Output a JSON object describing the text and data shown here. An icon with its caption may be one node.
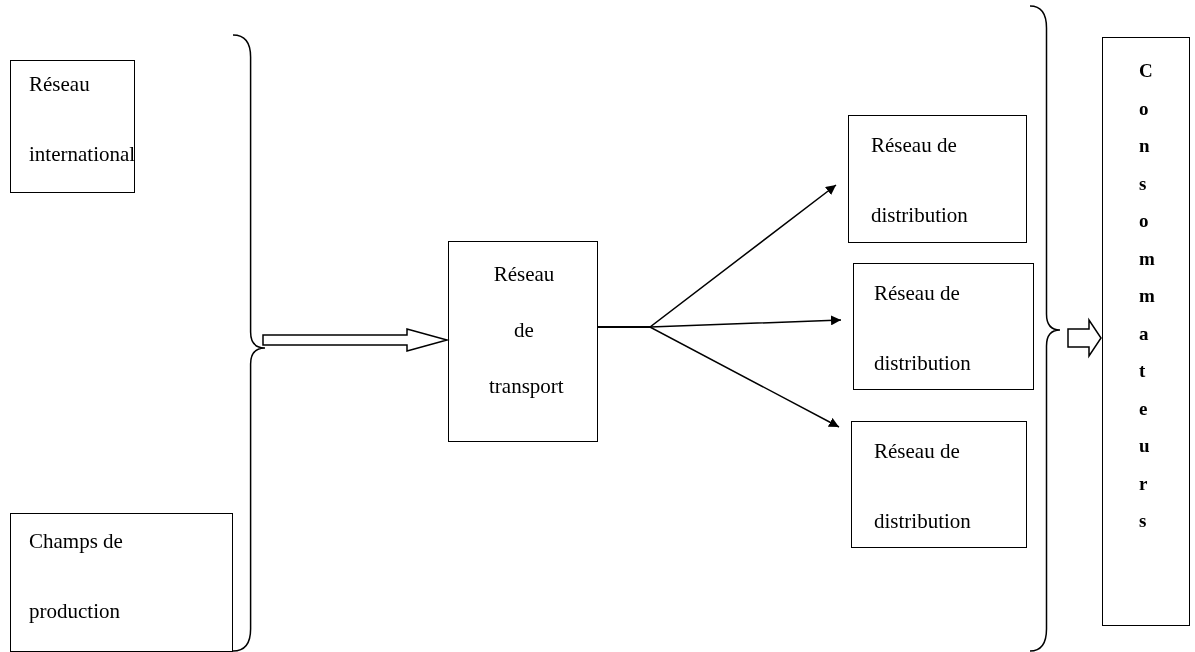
{
  "diagram": {
    "nodes": [
      {
        "text": [
          "Réseau international"
        ]
      },
      {
        "text": [
          "Champs de production"
        ]
      },
      {
        "text": [
          "Réseau de transport"
        ]
      },
      {
        "text": [
          "Réseau de distribution"
        ]
      },
      {
        "text": [
          "Réseau de distribution"
        ]
      },
      {
        "text": [
          "Réseau de distribution"
        ]
      },
      {
        "text": [
          "Consommateurs"
        ]
      }
    ],
    "edges": [
      {
        "from": null,
        "to": 2,
        "arrow": "to"
      },
      {
        "from": 2,
        "to": 3,
        "arrow": "to"
      },
      {
        "from": 2,
        "to": 4,
        "arrow": "to"
      },
      {
        "from": 2,
        "to": 5,
        "arrow": "to"
      },
      {
        "from": null,
        "to": 6,
        "arrow": "to"
      }
    ]
  }
}
